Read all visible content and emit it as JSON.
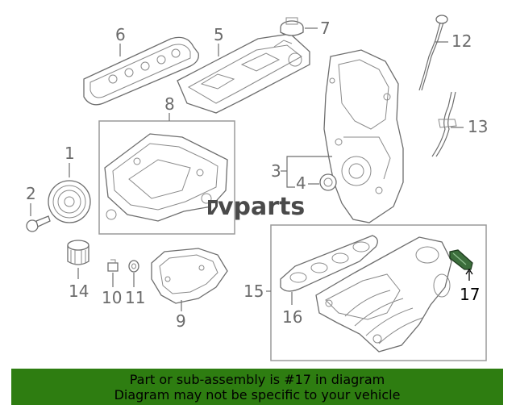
{
  "callouts": {
    "c1": "1",
    "c2": "2",
    "c3": "3",
    "c4": "4",
    "c5": "5",
    "c6": "6",
    "c7": "7",
    "c8": "8",
    "c9": "9",
    "c10": "10",
    "c11": "11",
    "c12": "12",
    "c13": "13",
    "c14": "14",
    "c15": "15",
    "c16": "16",
    "c17": "17"
  },
  "highlighted_part": "17",
  "watermark": {
    "text": "vparts"
  },
  "banner": {
    "line1": "Part or sub-assembly is #17 in diagram",
    "line2": "Diagram may not be specific to your vehicle",
    "background": "#2e7d11"
  },
  "colors": {
    "line_art": "#6e6e6e",
    "highlight_part": "#3c6e3c"
  }
}
